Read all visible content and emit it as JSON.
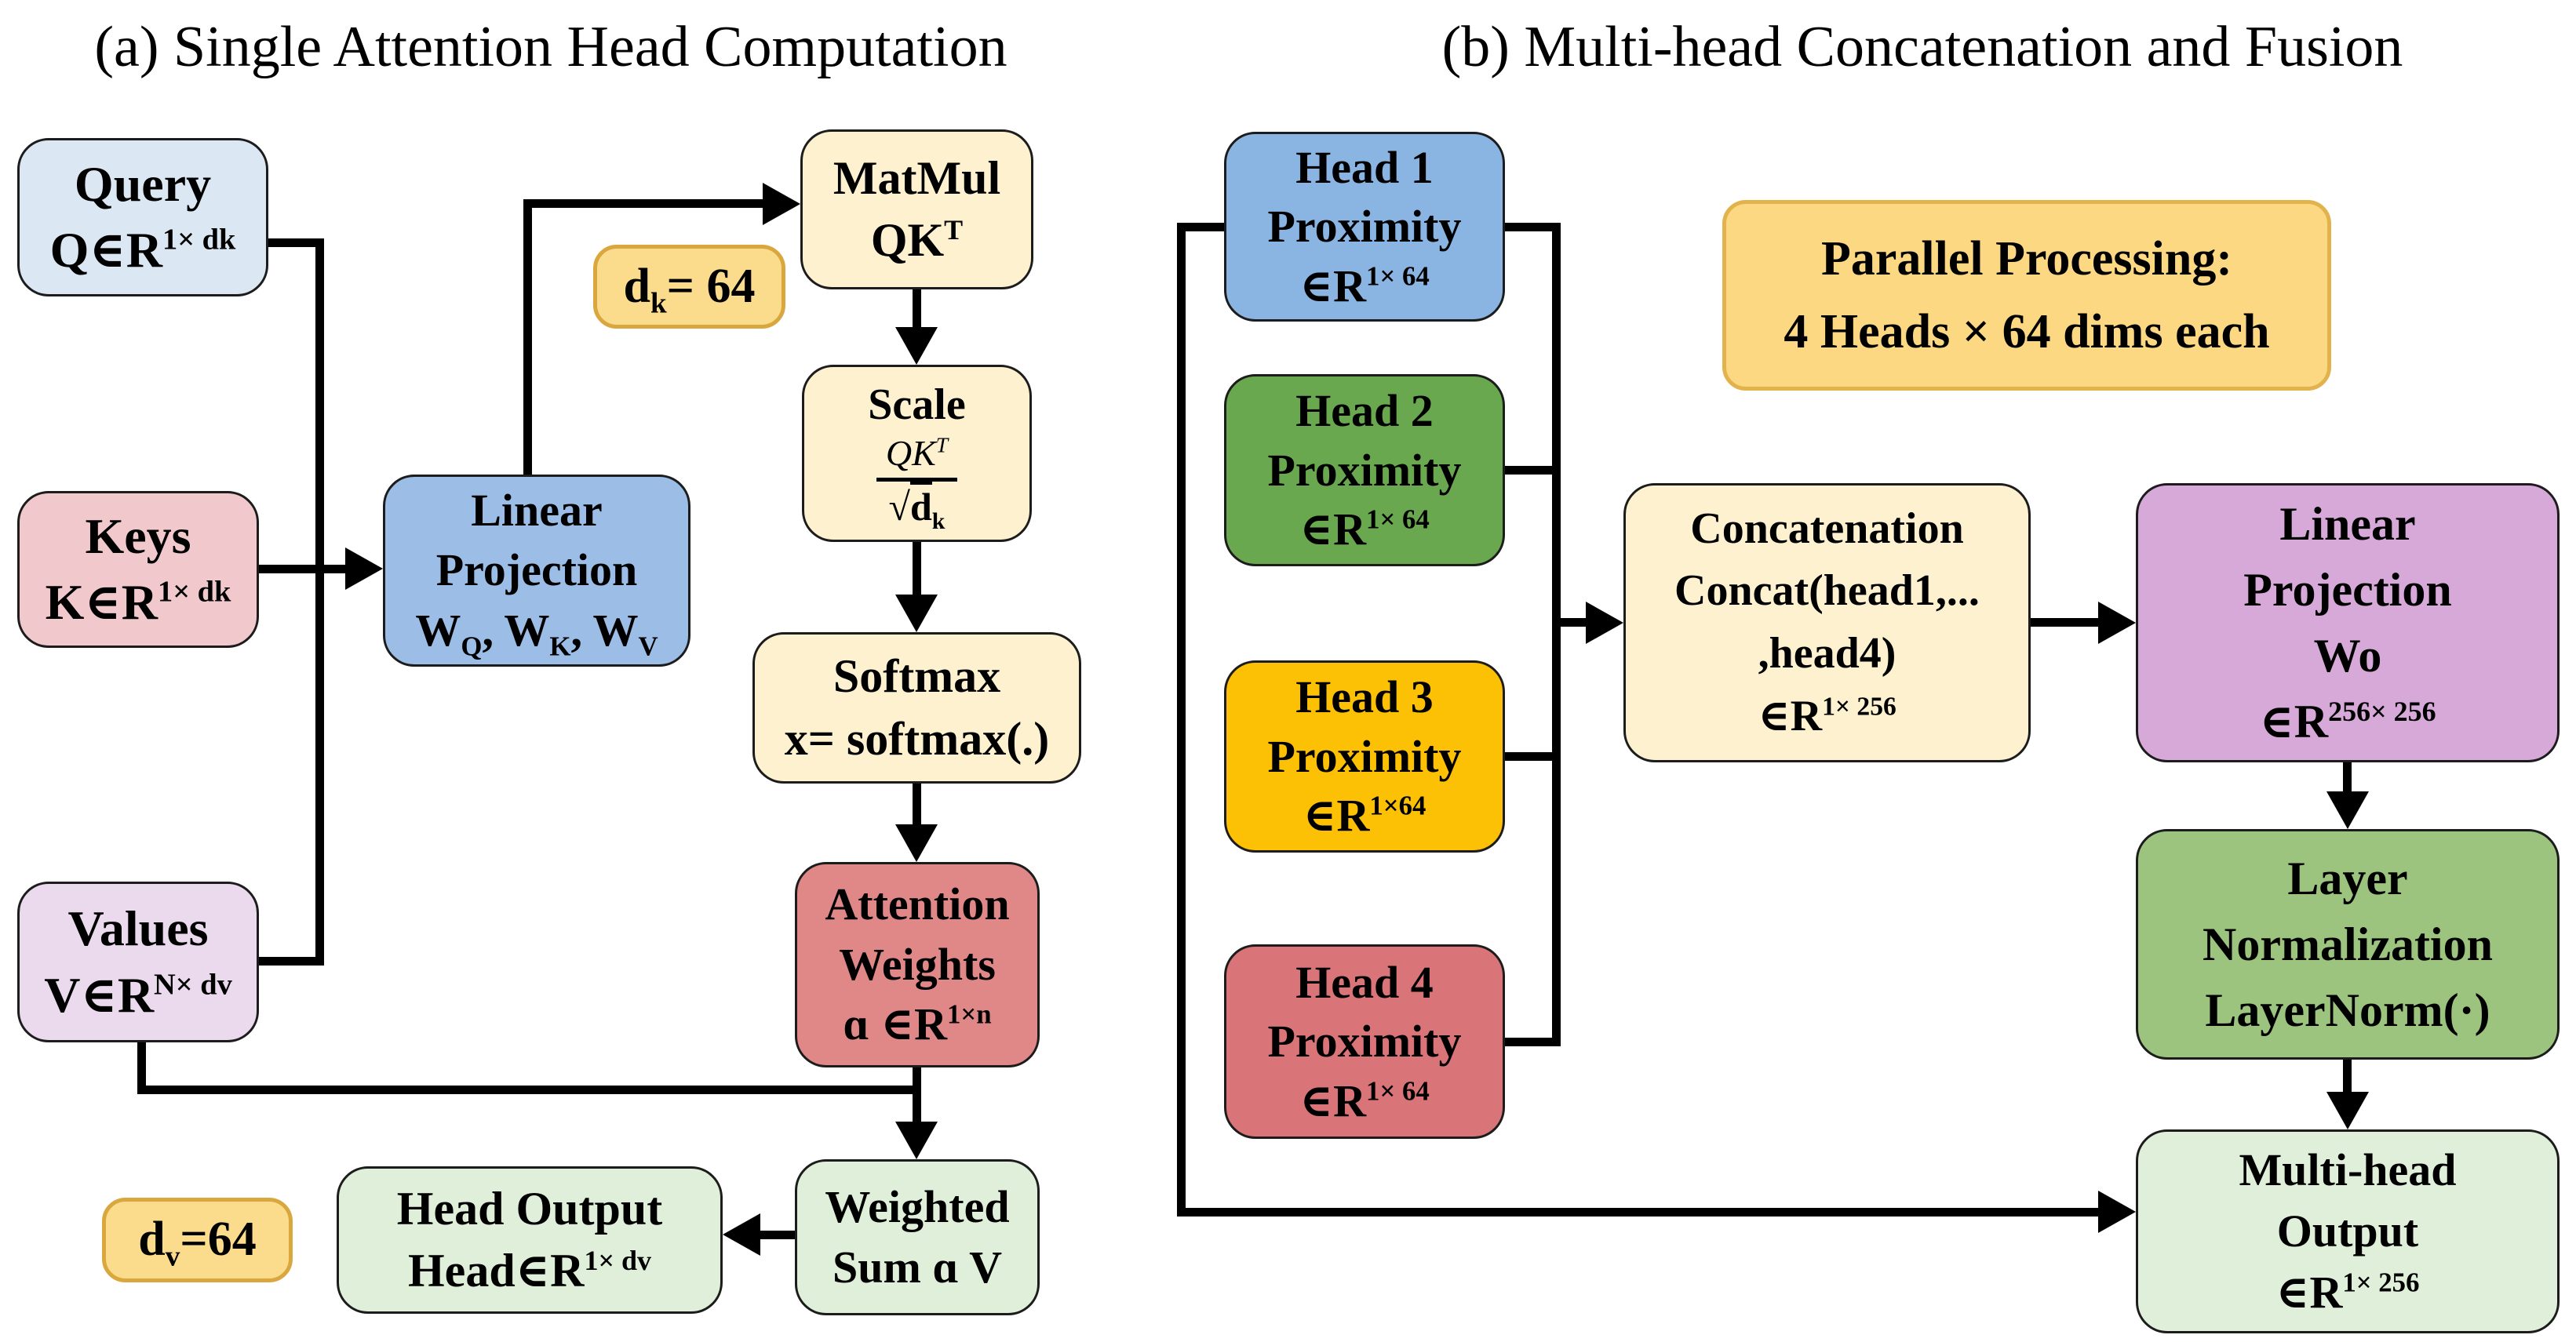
{
  "titles": {
    "a": "(a) Single Attention Head Computation",
    "b": "(b) Multi-head Concatenation and Fusion"
  },
  "colors": {
    "background": "#ffffff",
    "line": "#000000",
    "text": "#000000",
    "query": "#dbe8f4",
    "keys": "#f1c9cd",
    "values": "#ebd9ed",
    "projection_blue": "#9cbde6",
    "cream": "#fdf1d0",
    "badge_gold": "#fbdc8c",
    "badge_border": "#d9a73e",
    "attention_red": "#e08888",
    "light_green": "#e0efda",
    "head1_blue": "#8ab4e2",
    "head2_green": "#6aa84f",
    "head3_gold": "#fcc004",
    "head4_red": "#d97479",
    "parallel_yellow": "#fbd881",
    "parallel_border": "#e2b34c",
    "wo_purple": "#d7a9d9",
    "layernorm_green": "#9cc47e"
  },
  "panel_a": {
    "query": {
      "label": "Query",
      "formula": [
        {
          "t": "Q∈R"
        },
        {
          "t": "1× dk",
          "sup": true
        }
      ]
    },
    "keys": {
      "label": "Keys",
      "formula": [
        {
          "t": "K∈R"
        },
        {
          "t": "1× dk",
          "sup": true
        }
      ]
    },
    "values": {
      "label": "Values",
      "formula": [
        {
          "t": "V∈R"
        },
        {
          "t": "N× dv",
          "sup": true
        }
      ]
    },
    "linear_projection": {
      "line1": "Linear",
      "line2": "Projection",
      "formula": [
        {
          "t": "W"
        },
        {
          "t": "Q",
          "sub": true
        },
        {
          "t": ", W"
        },
        {
          "t": "K",
          "sub": true
        },
        {
          "t": ", W"
        },
        {
          "t": "V",
          "sub": true
        }
      ]
    },
    "matmul": {
      "label": "MatMul",
      "formula": [
        {
          "t": "QK"
        },
        {
          "t": "T",
          "sup": true
        }
      ]
    },
    "dk_badge": [
      {
        "t": "d"
      },
      {
        "t": "k",
        "sub": true
      },
      {
        "t": "= 64"
      }
    ],
    "scale": {
      "label": "Scale",
      "numerator": [
        {
          "t": "QK",
          "i": true
        },
        {
          "t": "T",
          "sup": true,
          "i": true
        }
      ],
      "denominator": [
        {
          "t": "√"
        },
        {
          "t": "d",
          "rad": true
        },
        {
          "t": "k",
          "sub": true
        }
      ]
    },
    "softmax": {
      "line1": "Softmax",
      "line2": "x= softmax(.)"
    },
    "attention_weights": {
      "line1": "Attention",
      "line2": "Weights",
      "formula": [
        {
          "t": "ɑ ∈R"
        },
        {
          "t": "1×n",
          "sup": true
        }
      ]
    },
    "weighted_sum": {
      "line1": "Weighted",
      "line2": "Sum ɑ V"
    },
    "head_output": {
      "line1": "Head Output",
      "formula": [
        {
          "t": "Head∈R"
        },
        {
          "t": "1× dv",
          "sup": true
        }
      ]
    },
    "dv_badge": [
      {
        "t": "d"
      },
      {
        "t": "v",
        "sub": true
      },
      {
        "t": "=64"
      }
    ]
  },
  "panel_b": {
    "head1": {
      "line1": "Head 1",
      "line2": "Proximity",
      "formula": [
        {
          "t": "∈R"
        },
        {
          "t": "1× 64",
          "sup": true
        }
      ]
    },
    "head2": {
      "line1": "Head 2",
      "line2": "Proximity",
      "formula": [
        {
          "t": "∈R"
        },
        {
          "t": "1× 64",
          "sup": true
        }
      ]
    },
    "head3": {
      "line1": "Head 3",
      "line2": "Proximity",
      "formula": [
        {
          "t": "∈R"
        },
        {
          "t": "1×64",
          "sup": true
        }
      ]
    },
    "head4": {
      "line1": "Head 4",
      "line2": "Proximity",
      "formula": [
        {
          "t": "∈R"
        },
        {
          "t": "1× 64",
          "sup": true
        }
      ]
    },
    "parallel_note": {
      "line1": "Parallel Processing:",
      "line2": "4 Heads × 64 dims each"
    },
    "concatenation": {
      "line1": "Concatenation",
      "line2": "Concat(head1,...",
      "line3": ",head4)",
      "formula": [
        {
          "t": "∈R"
        },
        {
          "t": "1× 256",
          "sup": true
        }
      ]
    },
    "linear_projection_wo": {
      "line1": "Linear",
      "line2": "Projection",
      "line3": "Wo",
      "formula": [
        {
          "t": "∈R"
        },
        {
          "t": "256× 256",
          "sup": true
        }
      ]
    },
    "layer_norm": {
      "line1": "Layer",
      "line2": "Normalization",
      "line3": "LayerNorm(·)"
    },
    "multihead_output": {
      "line1": "Multi-head",
      "line2": "Output",
      "formula": [
        {
          "t": "∈R"
        },
        {
          "t": "1× 256",
          "sup": true
        }
      ]
    }
  }
}
